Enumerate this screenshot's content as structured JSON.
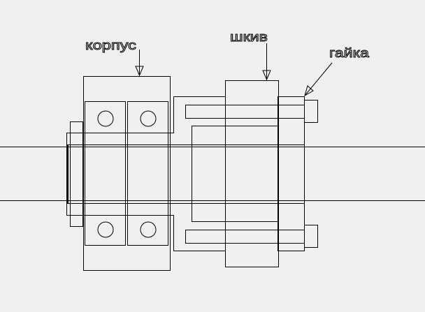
{
  "labels": {
    "housing": "корпус",
    "pulley": "шкив",
    "nut": "гайка"
  },
  "colors": {
    "background": "#f0f0f0",
    "line": "#000000"
  }
}
